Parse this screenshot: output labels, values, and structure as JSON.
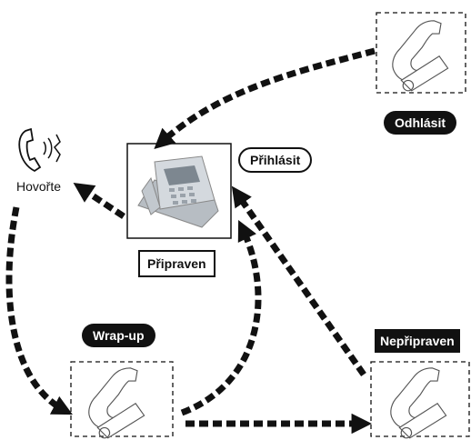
{
  "states": {
    "ready": "Připraven",
    "talk": "Hovořte",
    "login": "Přihlásit",
    "logout": "Odhlásit",
    "wrapup": "Wrap-up",
    "not_ready": "Nepřipraven"
  },
  "colors": {
    "line": "#111111",
    "phone_stroke": "#555555",
    "device_body": "#c9ced3",
    "device_screen": "#7d8790"
  },
  "icons": {
    "talk": "ringing-handset-icon",
    "device": "desk-phone-device-icon",
    "idle": "handset-outline-icon"
  }
}
